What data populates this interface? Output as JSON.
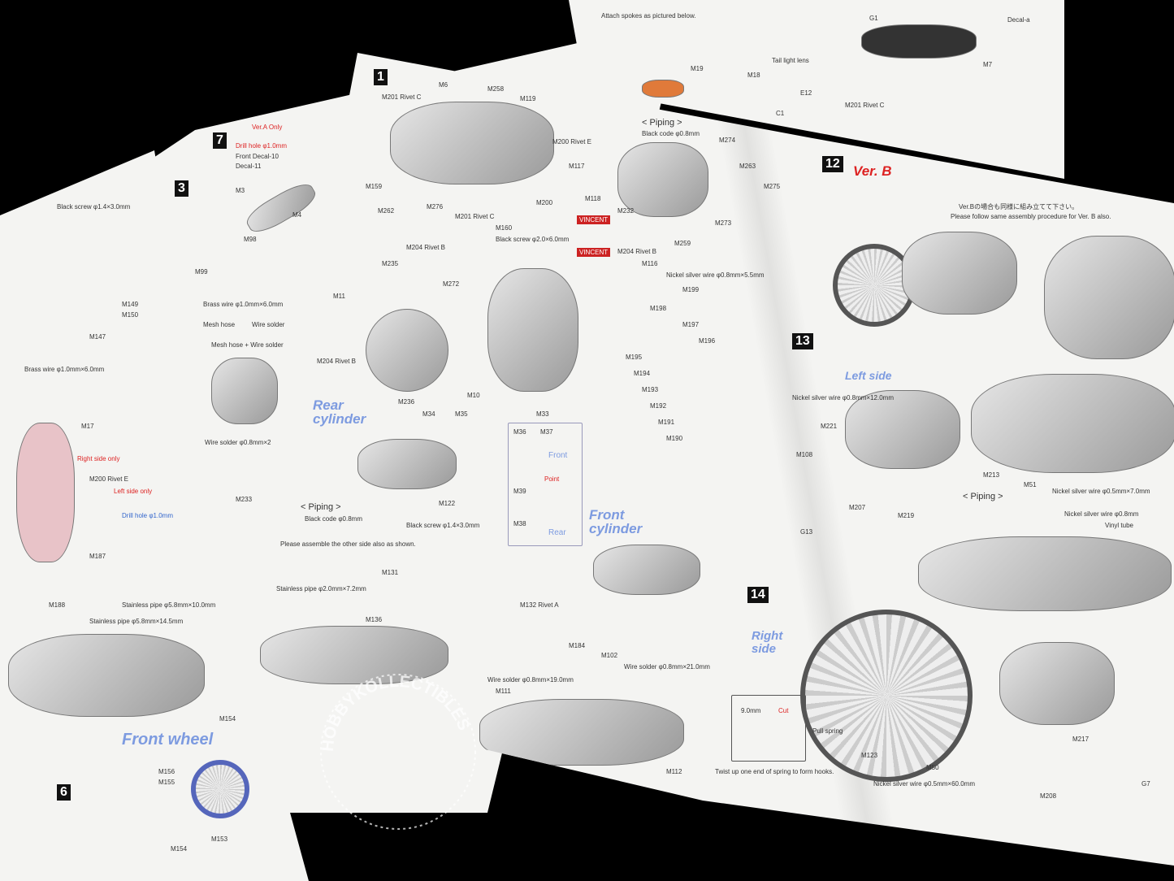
{
  "sheets": {
    "back_left": {
      "step_a": "3",
      "step_b": "7",
      "labels": [
        "Drill hole φ1.0mm",
        "Ver.A Only",
        "Front Decal-10",
        "Decal-11",
        "Brass wire φ1.0mm×6.0mm",
        "Mesh hose",
        "Wire solder",
        "Mesh hose + Wire solder",
        "Wire solder φ0.8mm×2",
        "M3",
        "M98",
        "M99",
        "M4",
        "M233"
      ]
    },
    "far_left": {
      "step": "6",
      "title": "Front wheel",
      "labels": [
        "Black screw φ1.4×3.0mm",
        "Brass wire φ1.0mm×6.0mm",
        "Right side only",
        "Left side only",
        "Drill hole φ1.0mm",
        "Stainless pipe φ5.8mm×14.5mm",
        "Stainless pipe φ5.8mm×10.0mm",
        "M147",
        "M149",
        "M150",
        "M17",
        "M200 Rivet E",
        "M187",
        "M188",
        "M156",
        "M155",
        "M154",
        "M153",
        "M154"
      ]
    },
    "top_right": {
      "labels": [
        "G1",
        "Decal-a",
        "M19",
        "M18",
        "Tail light lens",
        "E12",
        "C1",
        "M7",
        "M201 Rivet C",
        "Attach spokes as pictured below."
      ]
    },
    "center": {
      "step": "1",
      "rear_cylinder": "Rear\ncylinder",
      "front_cylinder": "Front\ncylinder",
      "front": "Front",
      "rear": "Rear",
      "point": "Point",
      "piping": "< Piping >",
      "piping_note": "Black code φ0.8mm",
      "assemble_other_side": "Please assemble the other side also as shown.",
      "labels": [
        "M201 Rivet C",
        "M6",
        "M258",
        "M119",
        "M200 Rivet E",
        "M117",
        "M200",
        "M159",
        "M262",
        "M276",
        "M201 Rivet C",
        "M160",
        "Black screw φ2.0×6.0mm",
        "M118",
        "M232",
        "M204 Rivet B",
        "M116",
        "M259",
        "M274",
        "M263",
        "M275",
        "M273",
        "M204 Rivet B",
        "M235",
        "M272",
        "M11",
        "M204 Rivet B",
        "M10",
        "M33",
        "M199",
        "M198",
        "M197",
        "M196",
        "M195",
        "M194",
        "M193",
        "M192",
        "M191",
        "M190",
        "Nickel silver wire φ0.8mm×5.5mm",
        "M236",
        "M34",
        "M35",
        "M36",
        "M37",
        "M38",
        "M39",
        "M122",
        "Black screw φ1.4×3.0mm",
        "Stainless pipe φ2.0mm×7.2mm",
        "M131",
        "M136",
        "M132 Rivet A",
        "M184",
        "M102",
        "Wire solder φ0.8mm×19.0mm",
        "M111",
        "M112",
        "Wire solder φ0.8mm×21.0mm"
      ],
      "badges": [
        "VINCENT",
        "VINCENT"
      ]
    },
    "right": {
      "step12": "12",
      "ver_b": "Ver. B",
      "ver_b_note_jp": "Ver.Bの場合も同様に組み立てて下さい。",
      "ver_b_note_en": "Please follow same assembly procedure for Ver. B also.",
      "step13": "13",
      "left_side": "Left side",
      "step14": "14",
      "right_side": "Right\nside",
      "piping": "< Piping >",
      "labels": [
        "Nickel silver wire φ0.8mm×12.0mm",
        "M221",
        "M108",
        "M207",
        "G13",
        "M219",
        "M213",
        "M51",
        "Nickel silver wire φ0.5mm×7.0mm",
        "Nickel silver wire φ0.8mm",
        "Vinyl tube",
        "9.0mm",
        "Cut",
        "Pull spring",
        "Twist up one end of spring to form hooks.",
        "M123",
        "M50",
        "Nickel silver wire φ0.5mm×60.0mm",
        "M217",
        "M208",
        "G7"
      ]
    }
  },
  "watermark": "HOBBYKOLLECTIBLES"
}
